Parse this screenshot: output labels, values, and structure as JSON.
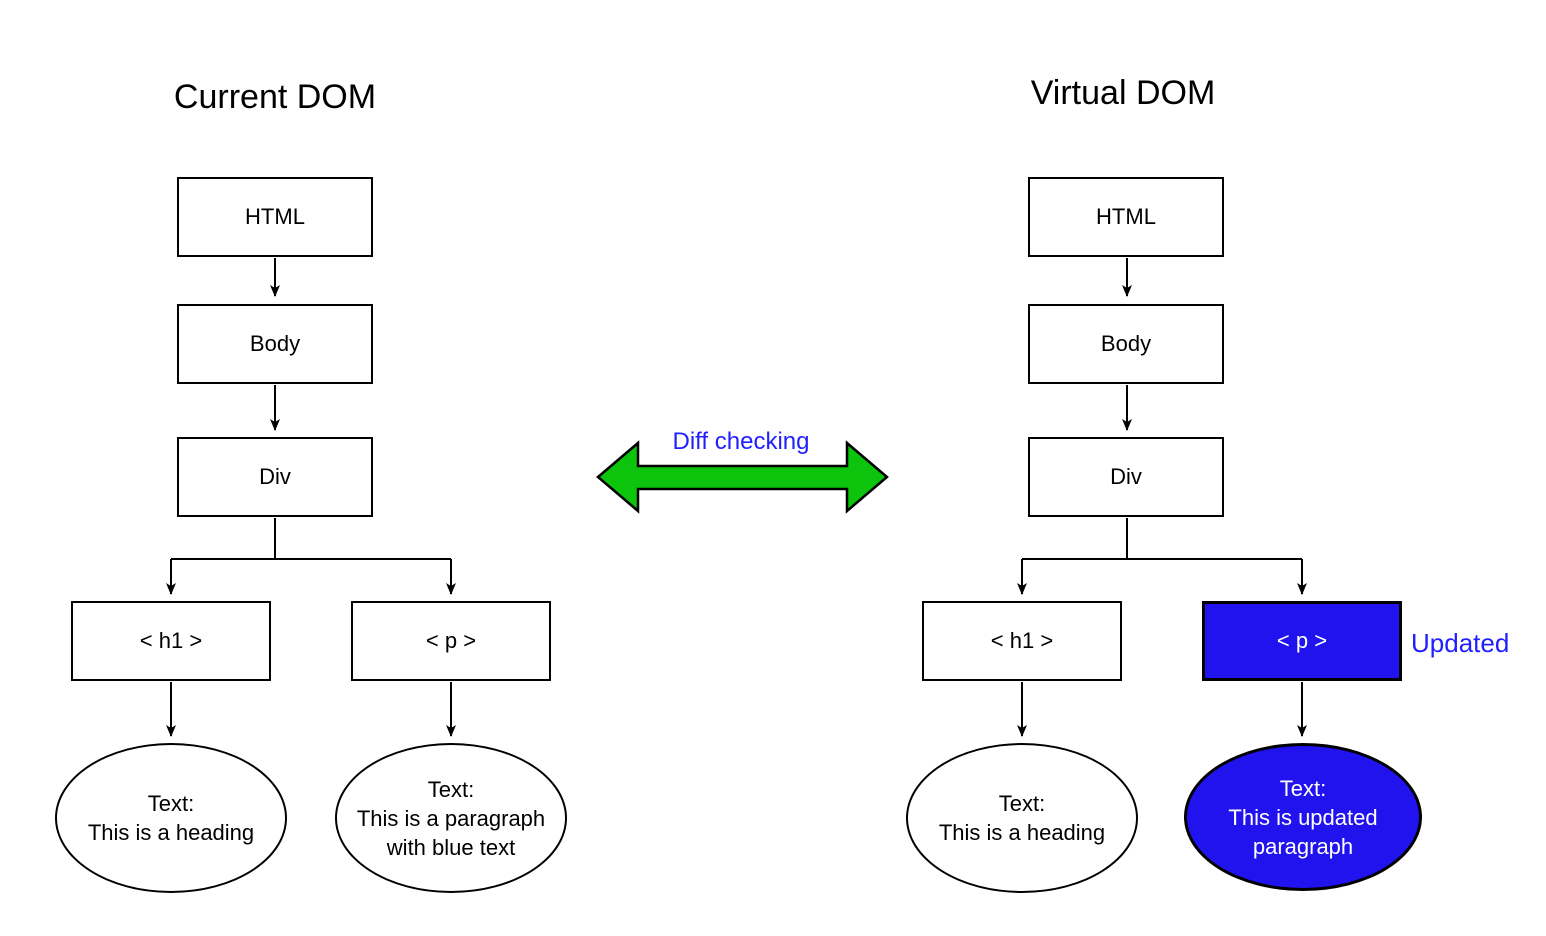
{
  "diagram": {
    "kind": "dom-diff-comparison",
    "left_tree": {
      "title": "Current DOM",
      "nodes": {
        "html": "HTML",
        "body": "Body",
        "div": "Div",
        "h1": "< h1 >",
        "p": "< p >"
      },
      "h1_text_lines": [
        "Text:",
        "This is a heading"
      ],
      "p_text_lines": [
        "Text:",
        "This is a paragraph",
        "with blue text"
      ]
    },
    "right_tree": {
      "title": "Virtual DOM",
      "nodes": {
        "html": "HTML",
        "body": "Body",
        "div": "Div",
        "h1": "< h1 >",
        "p": "< p >"
      },
      "h1_text_lines": [
        "Text:",
        "This is a heading"
      ],
      "p_text_lines": [
        "Text:",
        "This is updated",
        "paragraph"
      ],
      "highlighted_nodes": [
        "p",
        "p_text"
      ]
    },
    "center": {
      "diff_label": "Diff checking",
      "arrow_direction": "bidirectional"
    },
    "annotations": {
      "updated_label": "Updated"
    }
  },
  "colors": {
    "node_blue": "#2013ee",
    "label_blue": "#1f1fff",
    "arrow_green": "#0bc40b",
    "outline": "#000000",
    "background": "#ffffff"
  }
}
